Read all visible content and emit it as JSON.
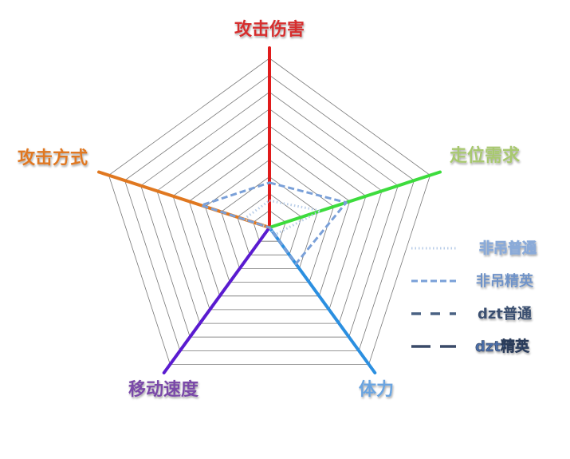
{
  "chart_data": {
    "type": "radar",
    "axes": [
      {
        "label": "攻击伤害",
        "color": "#e01b1b"
      },
      {
        "label": "走位需求",
        "color": "#3ddc3d"
      },
      {
        "label": "体力",
        "color": "#2b8fe0"
      },
      {
        "label": "移动速度",
        "color": "#5a1bd0"
      },
      {
        "label": "攻击方式",
        "color": "#e07820"
      }
    ],
    "label_colors": [
      "#d62f2f",
      "#a8c870",
      "#6aa4e0",
      "#7a4aa8",
      "#e07820"
    ],
    "range": [
      0,
      10
    ],
    "grid_levels": 10,
    "series": [
      {
        "name": "非吊普通",
        "values": [
          1.5,
          3.0,
          0.5,
          0.0,
          1.5
        ],
        "color": "#b8cde8",
        "style": "dotted"
      },
      {
        "name": "非吊精英",
        "values": [
          2.5,
          4.5,
          2.5,
          0.0,
          4.0
        ],
        "color": "#7aa0d8",
        "style": "dashed"
      },
      {
        "name": "dzt普通",
        "values": [
          0.0,
          0.0,
          0.0,
          0.0,
          0.0
        ],
        "color": "#4a6284",
        "style": "long-dash"
      },
      {
        "name": "dzt精英",
        "values": [
          0.0,
          0.0,
          0.0,
          0.0,
          0.0
        ],
        "color": "#3a4a68",
        "style": "dash-dot"
      }
    ],
    "legend_position": "right"
  }
}
